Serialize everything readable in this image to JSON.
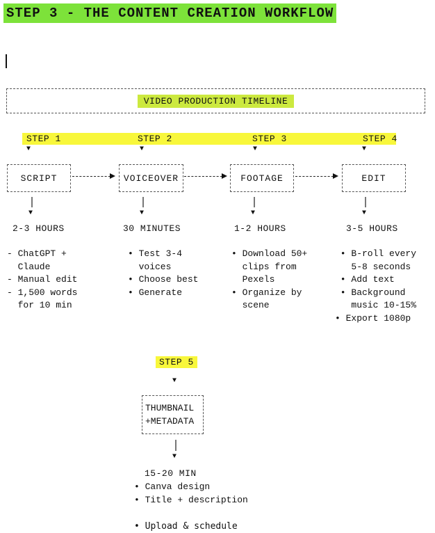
{
  "page_title": "STEP 3 - THE CONTENT CREATION WORKFLOW",
  "timeline_banner": "VIDEO PRODUCTION TIMELINE",
  "icons": {
    "arrow_down": "▼",
    "flow_arrow": "dashed-line-right-arrow",
    "connector_pipe": "vertical-dashed-line"
  },
  "workflow": {
    "steps": [
      {
        "label": "STEP 1",
        "box": "SCRIPT",
        "duration": "2-3 HOURS",
        "notes": "- ChatGPT +\n  Claude\n- Manual edit\n- 1,500 words\n  for 10 min"
      },
      {
        "label": "STEP 2",
        "box": "VOICEOVER",
        "duration": "30 MINUTES",
        "notes": "• Test 3-4\n  voices\n• Choose best\n• Generate"
      },
      {
        "label": "STEP 3",
        "box": "FOOTAGE",
        "duration": "1-2 HOURS",
        "notes": "• Download 50+\n  clips from\n  Pexels\n• Organize by\n  scene"
      },
      {
        "label": "STEP 4",
        "box": "EDIT",
        "duration": "3-5 HOURS",
        "notes": " • B-roll every\n   5-8 seconds\n • Add text\n • Background\n   music 10-15%\n• Export 1080p"
      }
    ],
    "final_step": {
      "label": "STEP 5",
      "box_line1": "THUMBNAIL",
      "box_line2": "+METADATA",
      "duration": "15-20 MIN",
      "notes": "• Canva design\n• Title + description",
      "last_note": "• Upload & schedule"
    }
  },
  "colors": {
    "title_highlight": "#7de23a",
    "banner_highlight": "#cce93f",
    "step_highlight": "#f8f73b",
    "text": "#111111",
    "box_border": "#555555"
  }
}
